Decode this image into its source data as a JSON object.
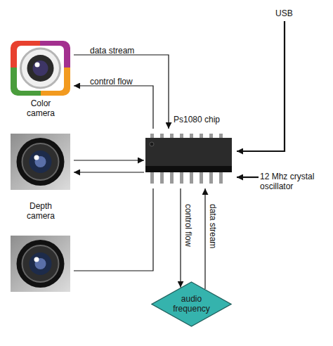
{
  "diagram": {
    "nodes": [
      {
        "text": [
          "Color camera"
        ]
      },
      {
        "text": [
          "Ps1080 chip"
        ]
      },
      {
        "text": [
          "Depth camera"
        ]
      },
      {
        "text": [
          "audio frequency"
        ]
      }
    ],
    "edges": [
      {
        "from": 0,
        "to": 1,
        "arrow": "to",
        "label": "data stream"
      },
      {
        "from": 1,
        "to": 0,
        "arrow": "to",
        "label": "control flow"
      },
      {
        "from": 2,
        "to": 1,
        "arrow": "to"
      },
      {
        "from": 1,
        "to": 2,
        "arrow": "to"
      },
      {
        "from": 2,
        "to": 1,
        "arrow": "none"
      },
      {
        "from": 1,
        "to": 3,
        "arrow": "to",
        "label": "control flow"
      },
      {
        "from": 3,
        "to": 1,
        "arrow": "to",
        "label": "data stream"
      }
    ],
    "labels": [
      "USB",
      "12 Mhz crystal oscillator"
    ]
  }
}
